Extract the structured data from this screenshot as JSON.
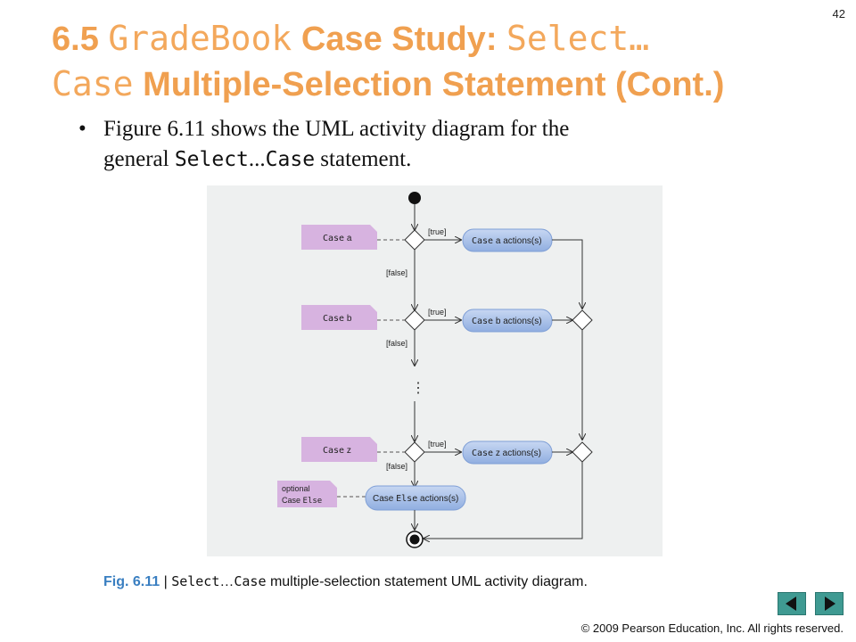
{
  "page_number": "42",
  "title": {
    "prefix": "6.5 ",
    "code1": "GradeBook",
    "mid": " Case Study: ",
    "code2": "Select…",
    "code3": "Case",
    "suffix": " Multiple-Selection Statement (Cont.)"
  },
  "bullet": {
    "marker": "•",
    "line1": "Figure 6.11 shows the UML activity diagram for the",
    "line2_prefix": "general ",
    "code1": "Select",
    "ellipsis": "...",
    "code2": "Case",
    "line2_suffix": " statement."
  },
  "diagram": {
    "notes": [
      {
        "keyword": "Case",
        "var": "a"
      },
      {
        "keyword": "Case",
        "var": "b"
      },
      {
        "keyword": "Case",
        "var": "z"
      }
    ],
    "else_note": {
      "line1": "optional",
      "keyword": "Case",
      "code": "Else"
    },
    "actions": [
      {
        "keyword": "Case",
        "var": "a",
        "rest": "actions(s)"
      },
      {
        "keyword": "Case",
        "var": "b",
        "rest": "actions(s)"
      },
      {
        "keyword": "Case",
        "var": "z",
        "rest": "actions(s)"
      }
    ],
    "else_action": {
      "keyword": "Case",
      "code": "Else",
      "rest": "actions(s)"
    },
    "guard_true": "[true]",
    "guard_false": "[false]",
    "ellipsis": "⋮"
  },
  "caption": {
    "label": "Fig. 6.11",
    "separator": " | ",
    "code1": "Select",
    "ellipsis": "…",
    "code2": "Case",
    "text": " multiple-selection statement UML activity diagram."
  },
  "nav": {
    "prev_icon": "left-arrow-icon",
    "next_icon": "right-arrow-icon"
  },
  "copyright": "© 2009 Pearson Education, Inc.  All rights reserved.",
  "colors": {
    "title": "#f0a050",
    "caption_label": "#3a7fc1",
    "note": "#d7b3e0",
    "action": "#a9c3ec",
    "nav": "#3f9a92"
  }
}
